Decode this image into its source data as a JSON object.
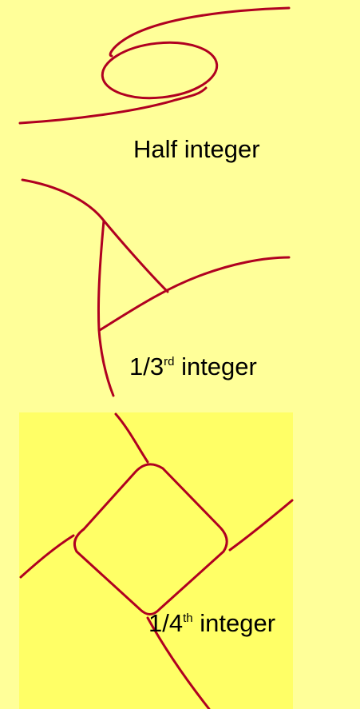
{
  "colors": {
    "background": "#ffff99",
    "inset_background": "#ffff66",
    "stroke": "#b00020",
    "text": "#000000"
  },
  "labels": {
    "half": "Half integer",
    "third_prefix": "1/3",
    "third_superscript": "rd",
    "third_suffix": " integer",
    "quarter_prefix": "1/4",
    "quarter_superscript": "th",
    "quarter_suffix": " integer"
  }
}
